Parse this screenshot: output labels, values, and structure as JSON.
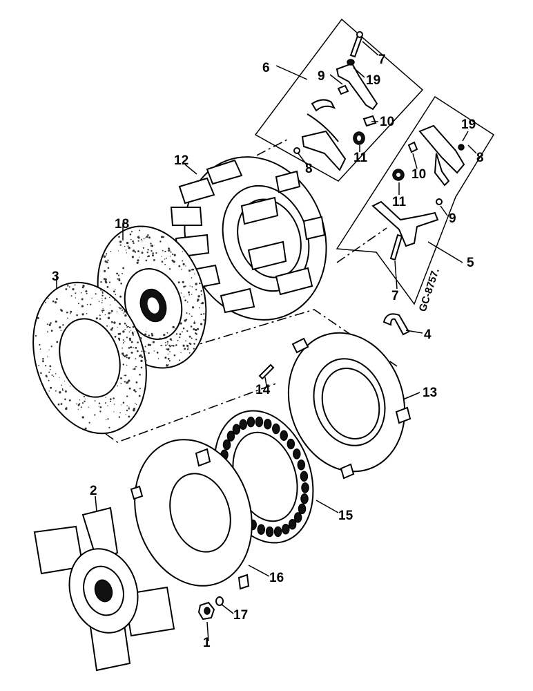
{
  "diagram": {
    "reference_code": "GC-8757.",
    "callouts": [
      {
        "id": "c1",
        "label": "1"
      },
      {
        "id": "c2",
        "label": "2"
      },
      {
        "id": "c3",
        "label": "3"
      },
      {
        "id": "c4",
        "label": "4"
      },
      {
        "id": "c5",
        "label": "5"
      },
      {
        "id": "c6",
        "label": "6"
      },
      {
        "id": "c7a",
        "label": "7"
      },
      {
        "id": "c7b",
        "label": "7"
      },
      {
        "id": "c8a",
        "label": "8"
      },
      {
        "id": "c8b",
        "label": "8"
      },
      {
        "id": "c9a",
        "label": "9"
      },
      {
        "id": "c9b",
        "label": "9"
      },
      {
        "id": "c10a",
        "label": "10"
      },
      {
        "id": "c10b",
        "label": "10"
      },
      {
        "id": "c11a",
        "label": "11"
      },
      {
        "id": "c11b",
        "label": "11"
      },
      {
        "id": "c12",
        "label": "12"
      },
      {
        "id": "c13",
        "label": "13"
      },
      {
        "id": "c14",
        "label": "14"
      },
      {
        "id": "c15",
        "label": "15"
      },
      {
        "id": "c16",
        "label": "16"
      },
      {
        "id": "c17",
        "label": "17"
      },
      {
        "id": "c18",
        "label": "18"
      },
      {
        "id": "c19a",
        "label": "19"
      },
      {
        "id": "c19b",
        "label": "19"
      }
    ]
  }
}
